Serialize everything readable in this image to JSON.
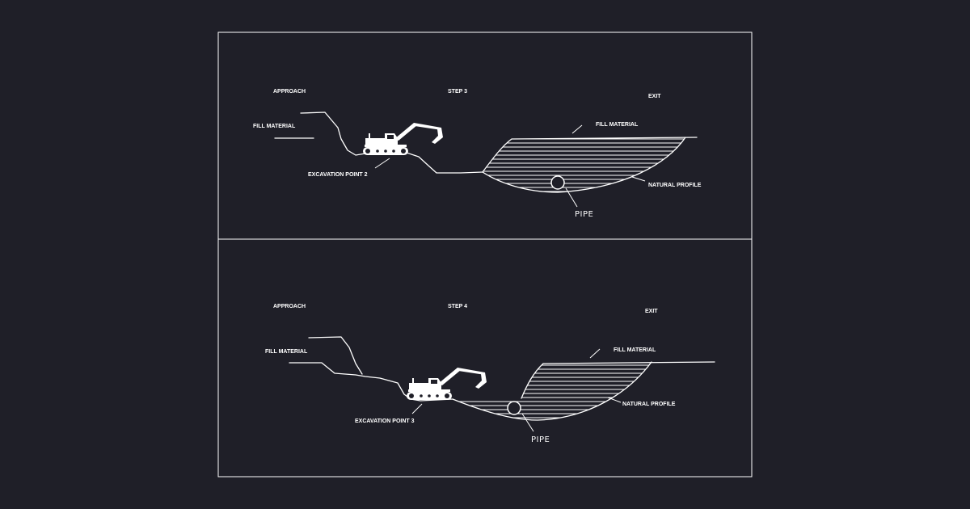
{
  "colors": {
    "background": "#1f1f28",
    "line": "#ffffff"
  },
  "panels": [
    {
      "step": "STEP 3",
      "approach": "APPROACH",
      "exit": "EXIT",
      "fill_left": "FILL MATERIAL",
      "fill_right": "FILL MATERIAL",
      "excavation": "EXCAVATION POINT 2",
      "natural_profile": "NATURAL PROFILE",
      "pipe": "PIPE",
      "icons": [
        "excavator-icon"
      ]
    },
    {
      "step": "STEP 4",
      "approach": "APPROACH",
      "exit": "EXIT",
      "fill_left": "FILL MATERIAL",
      "fill_right": "FILL MATERIAL",
      "excavation": "EXCAVATION POINT 3",
      "natural_profile": "NATURAL PROFILE",
      "pipe": "PIPE",
      "icons": [
        "excavator-icon"
      ]
    }
  ]
}
